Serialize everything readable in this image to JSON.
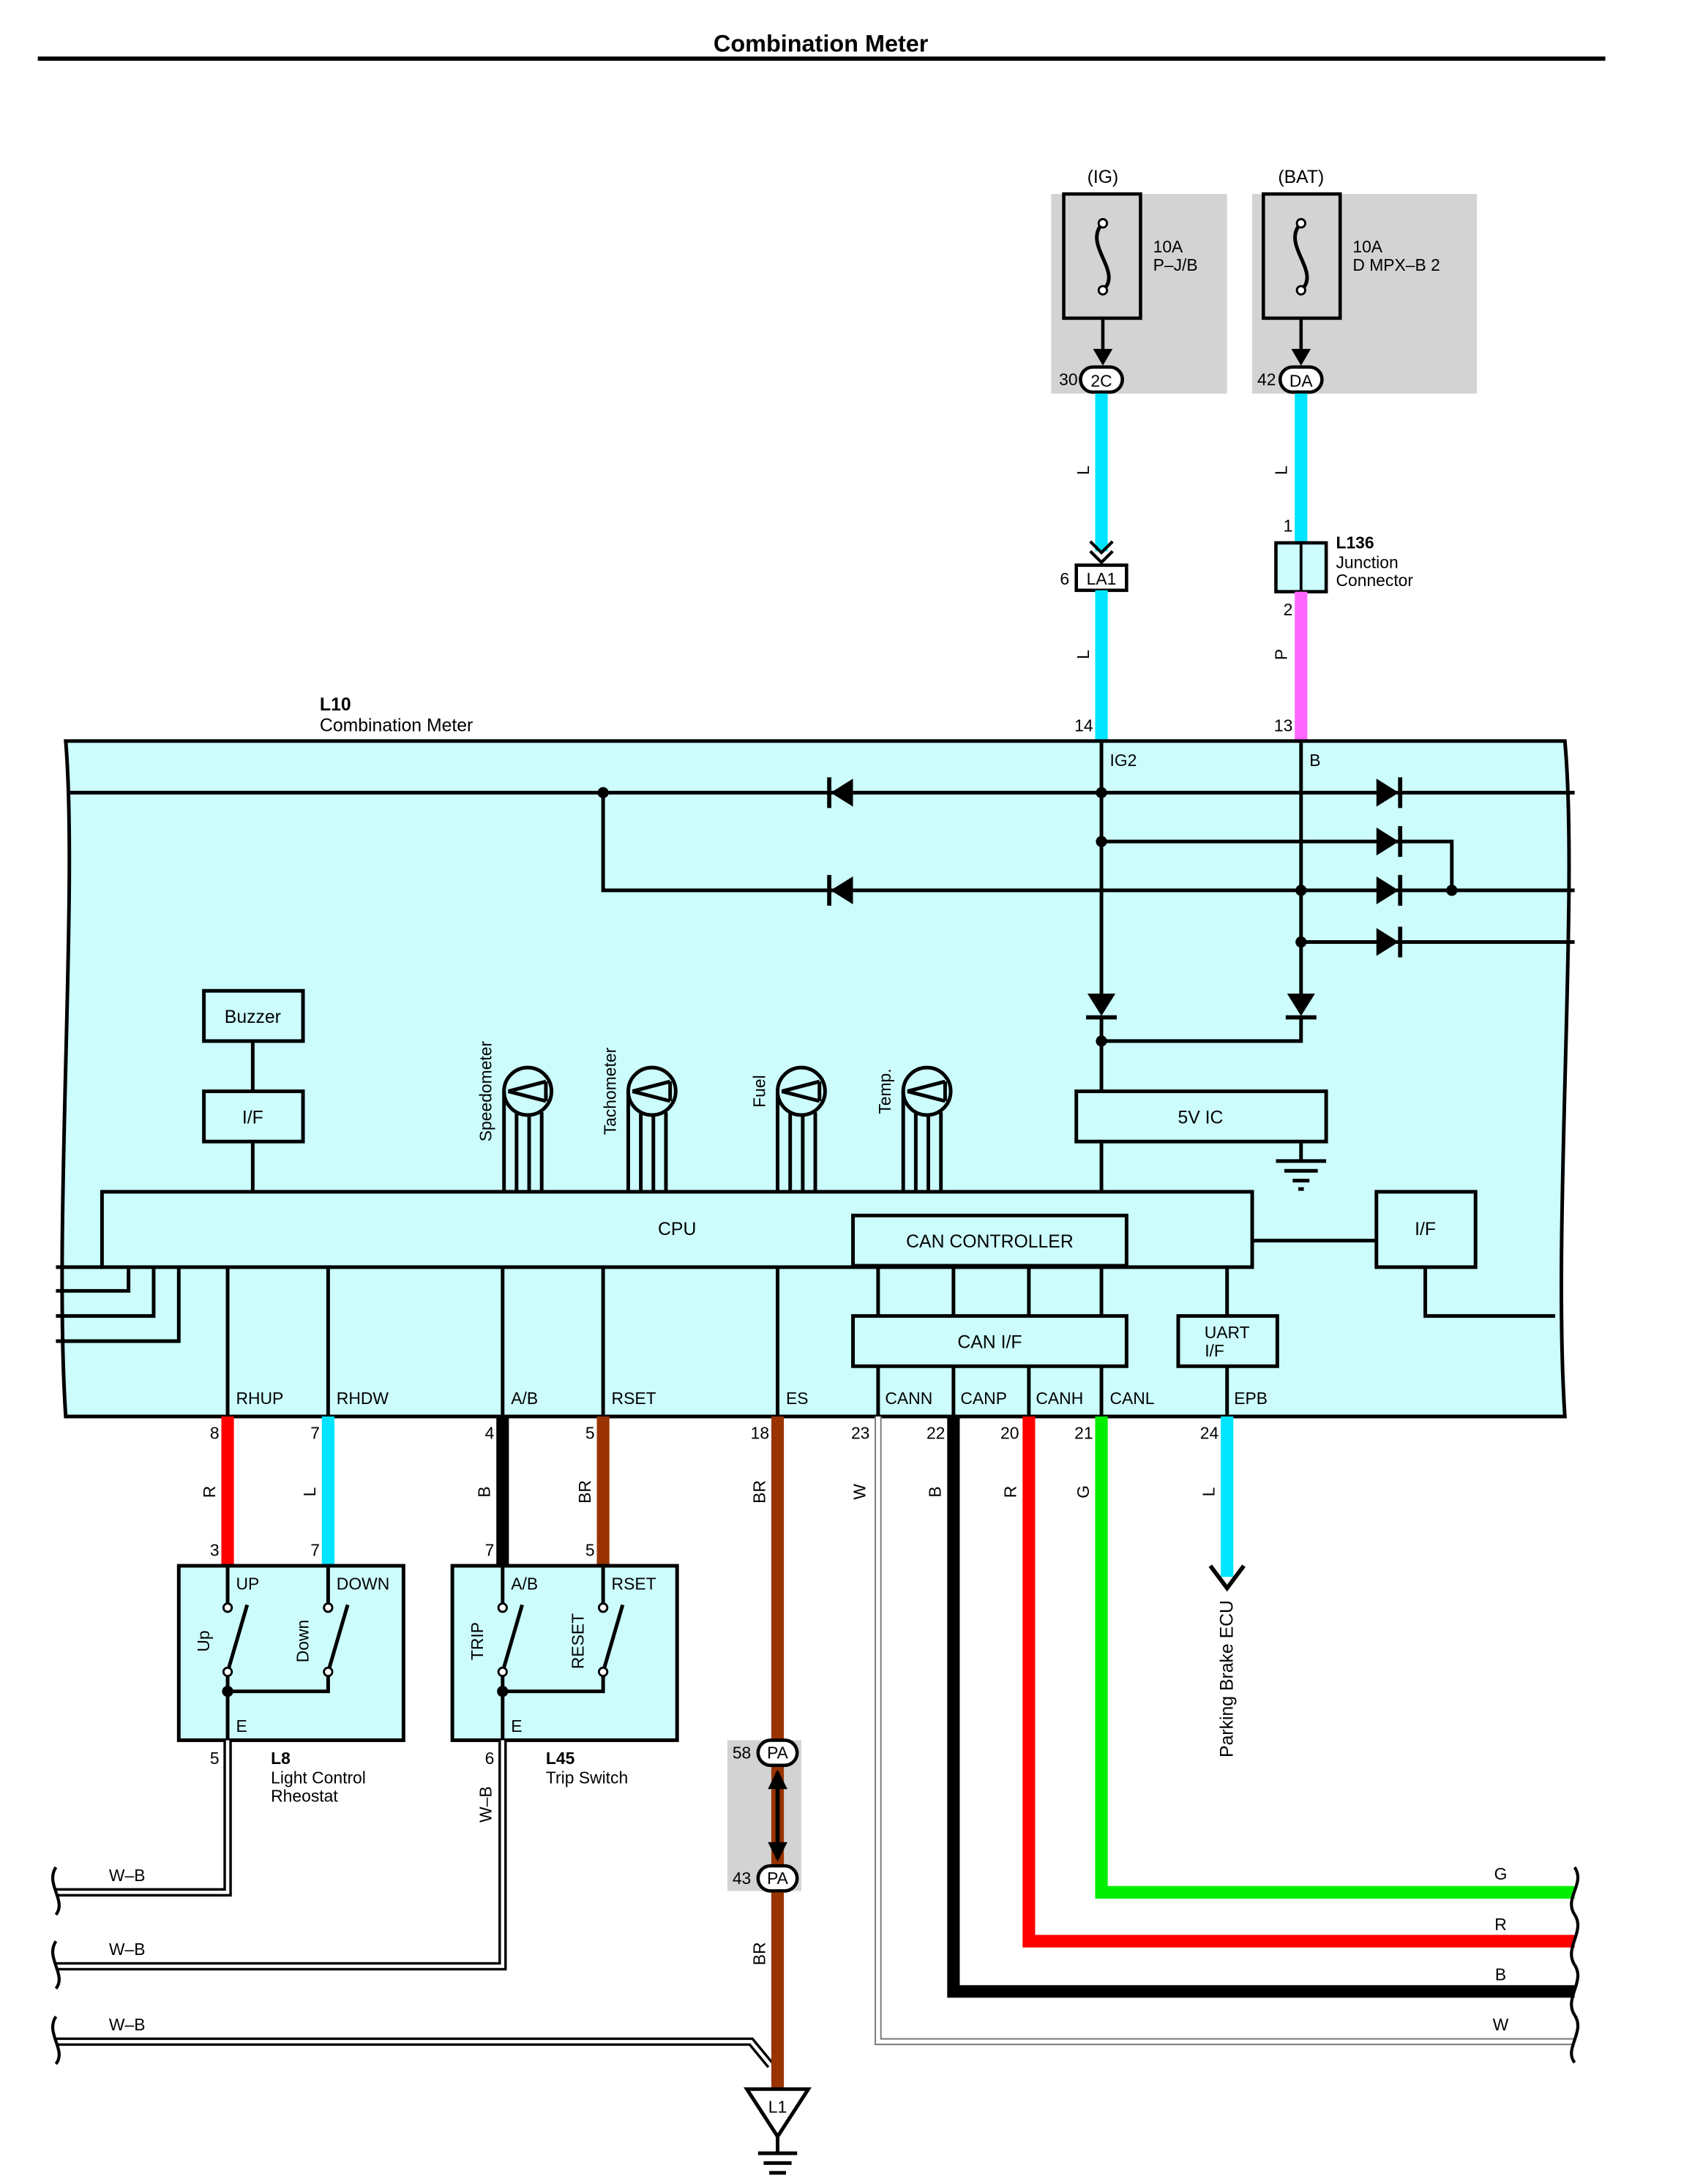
{
  "title": "Combination Meter",
  "colors": {
    "body": "#ccfcfc",
    "L": "#00e5ff",
    "P": "#ff66ff",
    "R": "#ff0000",
    "B": "#000000",
    "BR": "#993300",
    "G": "#00ee00",
    "W": "#ffffff",
    "fuse_bg": "#d3d3d3"
  },
  "fuses": {
    "ig": {
      "supply": "(IG)",
      "rating": "10A",
      "name": "P–J/B",
      "pin": "30",
      "connector": "2C"
    },
    "bat": {
      "supply": "(BAT)",
      "rating": "10A",
      "name": "D MPX–B 2",
      "pin": "42",
      "connector": "DA"
    }
  },
  "la1": {
    "pin": "6",
    "connector": "LA1"
  },
  "l136": {
    "code": "L136",
    "name1": "Junction",
    "name2": "Connector",
    "pin_top": "1",
    "pin_bottom": "2"
  },
  "meter": {
    "code": "L10",
    "name": "Combination Meter",
    "top_pins": {
      "ig2_pin": "14",
      "ig2_label": "IG2",
      "b_pin": "13",
      "b_label": "B"
    },
    "blocks": {
      "buzzer": "Buzzer",
      "if_left": "I/F",
      "cpu": "CPU",
      "can_controller": "CAN CONTROLLER",
      "can_if": "CAN I/F",
      "uart1": "UART",
      "uart2": "I/F",
      "ic5v": "5V IC",
      "if_right": "I/F"
    },
    "gauges": [
      "Speedometer",
      "Tachometer",
      "Fuel",
      "Temp."
    ],
    "terminals": [
      {
        "pin": "8",
        "label": "RHUP",
        "wire": "R"
      },
      {
        "pin": "7",
        "label": "RHDW",
        "wire": "L"
      },
      {
        "pin": "4",
        "label": "A/B",
        "wire": "B"
      },
      {
        "pin": "5",
        "label": "RSET",
        "wire": "BR"
      },
      {
        "pin": "18",
        "label": "ES",
        "wire": "BR"
      },
      {
        "pin": "23",
        "label": "CANN",
        "wire": "W"
      },
      {
        "pin": "22",
        "label": "CANP",
        "wire": "B"
      },
      {
        "pin": "20",
        "label": "CANH",
        "wire": "R"
      },
      {
        "pin": "21",
        "label": "CANL",
        "wire": "G"
      },
      {
        "pin": "24",
        "label": "EPB",
        "wire": "L"
      }
    ]
  },
  "wire_labels": {
    "top_ig": "L",
    "la1_below": "L",
    "top_b": "L",
    "l136_below": "P"
  },
  "l8": {
    "code": "L8",
    "name1": "Light Control",
    "name2": "Rheostat",
    "pin_up": "3",
    "pin_down": "7",
    "pin_e": "5",
    "label_up": "UP",
    "label_down": "DOWN",
    "label_e": "E",
    "sw_up": "Up",
    "sw_down": "Down"
  },
  "l45": {
    "code": "L45",
    "name": "Trip Switch",
    "pin_ab": "7",
    "pin_rset": "5",
    "pin_e": "6",
    "label_ab": "A/B",
    "label_rset": "RSET",
    "label_e": "E",
    "sw_trip": "TRIP",
    "sw_reset": "RESET",
    "wire_e": "W–B"
  },
  "pa": {
    "pin_top": "58",
    "pin_bottom": "43",
    "connector": "PA",
    "wire_below": "BR"
  },
  "ground": {
    "code": "L1"
  },
  "parking_brake": "Parking Brake ECU",
  "ground_wires": [
    "W–B",
    "W–B",
    "W–B"
  ],
  "right_wires": [
    "G",
    "R",
    "B",
    "W"
  ]
}
